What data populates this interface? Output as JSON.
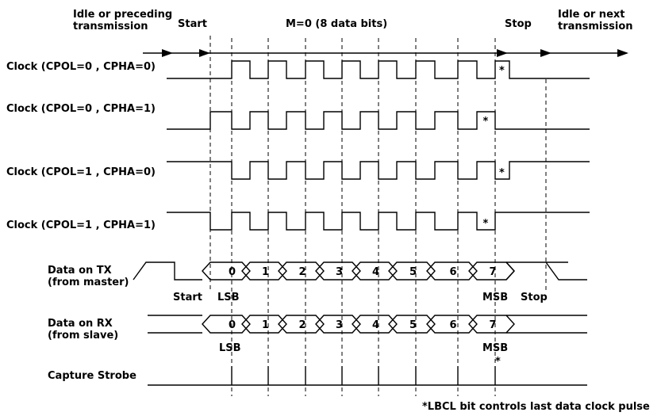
{
  "header": {
    "idle_before": [
      "Idle or preceding",
      "transmission"
    ],
    "start": "Start",
    "data_bits": "M=0 (8 data bits)",
    "stop": "Stop",
    "idle_after": [
      "Idle or next",
      "transmission"
    ]
  },
  "clocks": [
    {
      "label": "Clock (CPOL=0 , CPHA=0)",
      "cpol": 0,
      "cpha": 0
    },
    {
      "label": "Clock (CPOL=0 , CPHA=1)",
      "cpol": 0,
      "cpha": 1
    },
    {
      "label": "Clock (CPOL=1 , CPHA=0)",
      "cpol": 1,
      "cpha": 0
    },
    {
      "label": "Clock (CPOL=1 , CPHA=1)",
      "cpol": 1,
      "cpha": 1
    }
  ],
  "last_pulse_mark": "*",
  "tx": {
    "label": [
      "Data on TX",
      "(from master)"
    ],
    "bits": [
      "0",
      "1",
      "2",
      "3",
      "4",
      "5",
      "6",
      "7"
    ],
    "start": "Start",
    "lsb": "LSB",
    "msb": "MSB",
    "stop": "Stop"
  },
  "rx": {
    "label": [
      "Data on RX",
      "(from slave)"
    ],
    "bits": [
      "0",
      "1",
      "2",
      "3",
      "4",
      "5",
      "6",
      "7"
    ],
    "lsb": "LSB",
    "msb": "MSB",
    "mark": "*"
  },
  "capture": {
    "label": "Capture Strobe"
  },
  "footnote": "*LBCL bit controls last data clock pulse"
}
